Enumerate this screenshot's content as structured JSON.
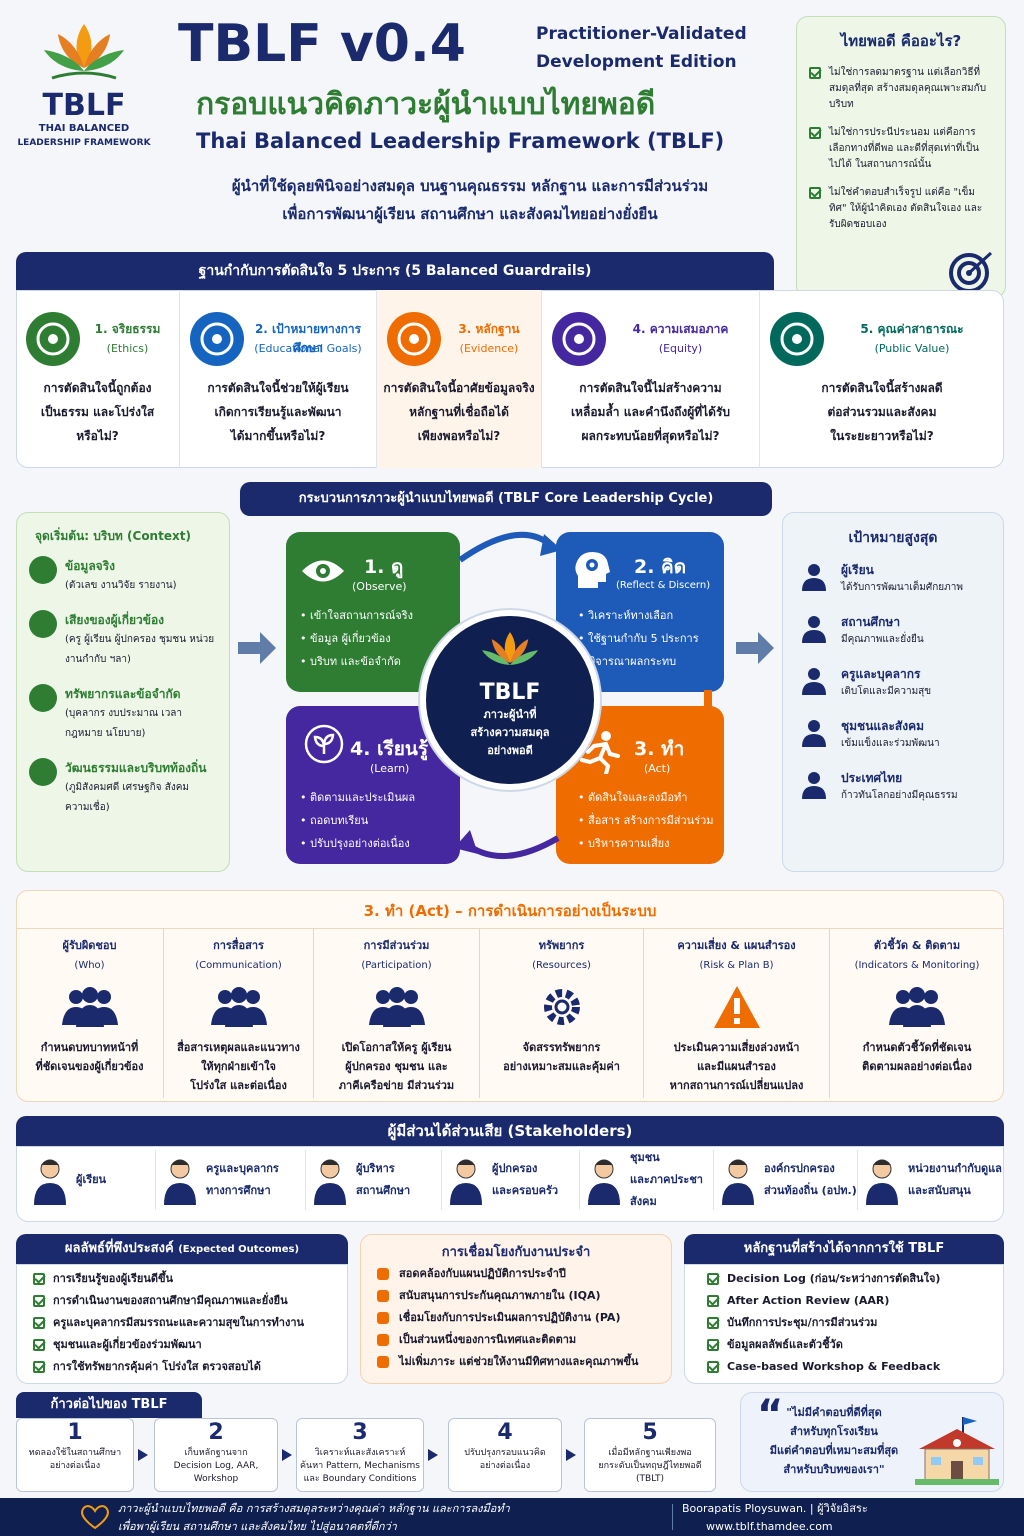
{
  "header": {
    "logo_text": "TBLF",
    "logo_sub1": "THAI BALANCED",
    "logo_sub2": "LEADERSHIP FRAMEWORK",
    "title": "TBLF v0.4",
    "edition1": "Practitioner-Validated",
    "edition2": "Development Edition",
    "thai_title": "กรอบแนวคิดภาวะผู้นำแบบไทยพอดี",
    "en_title": "Thai Balanced Leadership Framework (TBLF)",
    "tagline1": "ผู้นำที่ใช้ดุลยพินิจอย่างสมดุล บนฐานคุณธรรม หลักฐาน และการมีส่วนร่วม",
    "tagline2": "เพื่อการพัฒนาผู้เรียน สถานศึกษา และสังคมไทยอย่างยั่งยืน"
  },
  "whatis": {
    "title": "ไทยพอดี คืออะไร?",
    "items": [
      "ไม่ใช่การลดมาตรฐาน แต่เลือกวิธีที่สมดุลที่สุด สร้างสมดุลคุณเพาะสมกับบริบท",
      "ไม่ใช่การประนีประนอม แต่คือการเลือกทางที่ดีพอ และดีที่สุดเท่าที่เป็นไปได้ ในสถานการณ์นั้น",
      "ไม่ใช่คำตอบสำเร็จรูป แต่คือ \"เข็มทิศ\" ให้ผู้นำคิดเอง ตัดสินใจเอง และรับผิดชอบเอง"
    ]
  },
  "guardrails": {
    "title": "ฐานกำกับการตัดสินใจ 5 ประการ (5 Balanced Guardrails)",
    "items": [
      {
        "name": "1. จริยธรรม",
        "en": "(Ethics)",
        "q1": "การตัดสินใจนี้ถูกต้อง",
        "q2": "เป็นธรรม และโปร่งใส",
        "q3": "หรือไม่?",
        "color": "#2e7d32"
      },
      {
        "name": "2. เป้าหมายทางการศึกษา",
        "en": "(Educational Goals)",
        "q1": "การตัดสินใจนี้ช่วยให้ผู้เรียน",
        "q2": "เกิดการเรียนรู้และพัฒนา",
        "q3": "ได้มากขึ้นหรือไม่?",
        "color": "#1565c0"
      },
      {
        "name": "3. หลักฐาน",
        "en": "(Evidence)",
        "q1": "การตัดสินใจนี้อาศัยข้อมูลจริง",
        "q2": "หลักฐานที่เชื่อถือได้",
        "q3": "เพียงพอหรือไม่?",
        "color": "#ef6c00"
      },
      {
        "name": "4. ความเสมอภาค",
        "en": "(Equity)",
        "q1": "การตัดสินใจนี้ไม่สร้างความ",
        "q2": "เหลื่อมล้ำ และคำนึงถึงผู้ที่ได้รับ",
        "q3": "ผลกระทบน้อยที่สุดหรือไม่?",
        "color": "#4527a0"
      },
      {
        "name": "5. คุณค่าสาธารณะ",
        "en": "(Public Value)",
        "q1": "การตัดสินใจนี้สร้างผลดี",
        "q2": "ต่อส่วนรวมและสังคม",
        "q3": "ในระยะยาวหรือไม่?",
        "color": "#00695c"
      }
    ]
  },
  "cycle": {
    "title": "กระบวนการภาวะผู้นำแบบไทยพอดี (TBLF Core Leadership Cycle)",
    "center_logo": "TBLF",
    "center1": "ภาวะผู้นำที่",
    "center2": "สร้างความสมดุล",
    "center3": "อย่างพอดี",
    "observe": {
      "t": "1. ดู",
      "st": "(Observe)",
      "items": [
        "เข้าใจสถานการณ์จริง",
        "ข้อมูล ผู้เกี่ยวข้อง",
        "บริบท และข้อจำกัด"
      ]
    },
    "reflect": {
      "t": "2. คิด",
      "st": "(Reflect & Discern)",
      "items": [
        "วิเคราะห์ทางเลือก",
        "ใช้ฐานกำกับ 5 ประการ",
        "พิจารณาผลกระทบ"
      ]
    },
    "act": {
      "t": "3. ทำ",
      "st": "(Act)",
      "items": [
        "ตัดสินใจและลงมือทำ",
        "สื่อสาร สร้างการมีส่วนร่วม",
        "บริหารความเสี่ยง"
      ]
    },
    "learn": {
      "t": "4. เรียนรู้",
      "st": "(Learn)",
      "items": [
        "ติดตามและประเมินผล",
        "ถอดบทเรียน",
        "ปรับปรุงอย่างต่อเนื่อง"
      ]
    }
  },
  "context": {
    "title": "จุดเริ่มต้น: บริบท (Context)",
    "items": [
      {
        "h": "ข้อมูลจริง",
        "d": "(ตัวเลข งานวิจัย รายงาน)"
      },
      {
        "h": "เสียงของผู้เกี่ยวข้อง",
        "d": "(ครู ผู้เรียน ผู้ปกครอง ชุมชน หน่วยงานกำกับ ฯลา)"
      },
      {
        "h": "ทรัพยากรและข้อจำกัด",
        "d": "(บุคลากร งบประมาณ เวลา กฎหมาย นโยบาย)"
      },
      {
        "h": "วัฒนธรรมและบริบทท้องถิ่น",
        "d": "(ภูมิสังคมศดี เศรษฐกิจ สังคม ความเชื่อ)"
      }
    ]
  },
  "goals": {
    "title": "เป้าหมายสูงสุด",
    "items": [
      {
        "h": "ผู้เรียน",
        "d": "ได้รับการพัฒนาเต็มศักยภาพ"
      },
      {
        "h": "สถานศึกษา",
        "d": "มีคุณภาพและยั่งยืน"
      },
      {
        "h": "ครูและบุคลากร",
        "d": "เติบโตและมีความสุข"
      },
      {
        "h": "ชุมชนและสังคม",
        "d": "เข้มแข็งและร่วมพัฒนา"
      },
      {
        "h": "ประเทศไทย",
        "d": "ก้าวทันโลกอย่างมีคุณธรรม"
      }
    ]
  },
  "actsec": {
    "title": "3. ทำ (Act) – การดำเนินการอย่างเป็นระบบ",
    "cols": [
      {
        "h": "ผู้รับผิดชอบ",
        "en": "(Who)",
        "d1": "กำหนดบทบาทหน้าที่",
        "d2": "ที่ชัดเจนของผู้เกี่ยวข้อง",
        "d3": ""
      },
      {
        "h": "การสื่อสาร",
        "en": "(Communication)",
        "d1": "สื่อสารเหตุผลและแนวทาง",
        "d2": "ให้ทุกฝ่ายเข้าใจ",
        "d3": "โปร่งใส และต่อเนื่อง"
      },
      {
        "h": "การมีส่วนร่วม",
        "en": "(Participation)",
        "d1": "เปิดโอกาสให้ครู ผู้เรียน",
        "d2": "ผู้ปกครอง ชุมชน และ",
        "d3": "ภาคีเครือข่าย มีส่วนร่วม"
      },
      {
        "h": "ทรัพยากร",
        "en": "(Resources)",
        "d1": "จัดสรรทรัพยากร",
        "d2": "อย่างเหมาะสมและคุ้มค่า",
        "d3": ""
      },
      {
        "h": "ความเสี่ยง & แผนสำรอง",
        "en": "(Risk & Plan B)",
        "d1": "ประเมินความเสี่ยงล่วงหน้า",
        "d2": "และมีแผนสำรอง",
        "d3": "หากสถานการณ์เปลี่ยนแปลง"
      },
      {
        "h": "ตัวชี้วัด & ติดตาม",
        "en": "(Indicators & Monitoring)",
        "d1": "กำหนดตัวชี้วัดที่ชัดเจน",
        "d2": "ติดตามผลอย่างต่อเนื่อง",
        "d3": ""
      }
    ]
  },
  "stakeholders": {
    "title": "ผู้มีส่วนได้ส่วนเสีย (Stakeholders)",
    "items": [
      {
        "l1": "ผู้เรียน",
        "l2": ""
      },
      {
        "l1": "ครูและบุคลากร",
        "l2": "ทางการศึกษา"
      },
      {
        "l1": "ผู้บริหาร",
        "l2": "สถานศึกษา"
      },
      {
        "l1": "ผู้ปกครอง",
        "l2": "และครอบครัว"
      },
      {
        "l1": "ชุมชน",
        "l2": "และภาคประชาสังคม"
      },
      {
        "l1": "องค์กรปกครอง",
        "l2": "ส่วนท้องถิ่น (อปท.)"
      },
      {
        "l1": "หน่วยงานกำกับดูแล",
        "l2": "และสนับสนุน"
      }
    ]
  },
  "outcomes": {
    "title": "ผลลัพธ์ที่พึงประสงค์",
    "title_en": "(Expected Outcomes)",
    "items": [
      "การเรียนรู้ของผู้เรียนดีขึ้น",
      "การดำเนินงานของสถานศึกษามีคุณภาพและยั่งยืน",
      "ครูและบุคลากรมีสมรรถนะและความสุขในการทำงาน",
      "ชุมชนและผู้เกี่ยวข้องร่วมพัฒนา",
      "การใช้ทรัพยากรคุ้มค่า โปร่งใส ตรวจสอบได้"
    ]
  },
  "links": {
    "title": "การเชื่อมโยงกับงานประจำ",
    "items": [
      "สอดคล้องกับแผนปฏิบัติการประจำปี",
      "สนับสนุนการประกันคุณภาพภายใน (IQA)",
      "เชื่อมโยงกับการประเมินผลการปฏิบัติงาน (PA)",
      "เป็นส่วนหนึ่งของการนิเทศและติดตาม",
      "ไม่เพิ่มภาระ แต่ช่วยให้งานมีทิศทางและคุณภาพขึ้น"
    ]
  },
  "evidence": {
    "title": "หลักฐานที่สร้างได้จากการใช้ TBLF",
    "items": [
      "Decision Log (ก่อน/ระหว่างการตัดสินใจ)",
      "After Action Review (AAR)",
      "บันทึกการประชุม/การมีส่วนร่วม",
      "ข้อมูลผลลัพธ์และตัวชี้วัด",
      "Case-based Workshop & Feedback"
    ]
  },
  "next": {
    "title": "ก้าวต่อไปของ TBLF",
    "steps": [
      {
        "n": "1",
        "d1": "ทดลองใช้ในสถานศึกษา",
        "d2": "อย่างต่อเนื่อง",
        "d3": ""
      },
      {
        "n": "2",
        "d1": "เก็บหลักฐานจาก",
        "d2": "Decision Log, AAR,",
        "d3": "Workshop"
      },
      {
        "n": "3",
        "d1": "วิเคราะห์และสังเคราะห์",
        "d2": "ค้นหา Pattern, Mechanisms",
        "d3": "และ Boundary Conditions"
      },
      {
        "n": "4",
        "d1": "ปรับปรุงกรอบแนวคิด",
        "d2": "อย่างต่อเนื่อง",
        "d3": ""
      },
      {
        "n": "5",
        "d1": "เมื่อมีหลักฐานเพียงพอ",
        "d2": "ยกระดับเป็นทฤษฎีไทยพอดี",
        "d3": "(TBLT)"
      }
    ]
  },
  "quote": {
    "mark": "“",
    "l1": "\"ไม่มีคำตอบที่ดีที่สุด",
    "l2": "สำหรับทุกโรงเรียน",
    "l3": "มีแต่คำตอบที่เหมาะสมที่สุด",
    "l4": "สำหรับบริบทของเรา\""
  },
  "footer": {
    "l1": "ภาวะผู้นำแบบไทยพอดี คือ การสร้างสมดุลระหว่างคุณค่า หลักฐาน และการลงมือทำ",
    "l2": "เพื่อพาผู้เรียน สถานศึกษา และสังคมไทย ไปสู่อนาคตที่ดีกว่า",
    "author": "Boorapatis Ploysuwan. | ผู้วิจัยอิสระ",
    "url": "www.tblf.thamdee.com"
  },
  "colors": {
    "navy": "#1a2a6c",
    "green": "#2e7d32",
    "blue": "#1565c0",
    "orange": "#ef6c00",
    "purple": "#4527a0",
    "teal": "#00695c"
  }
}
